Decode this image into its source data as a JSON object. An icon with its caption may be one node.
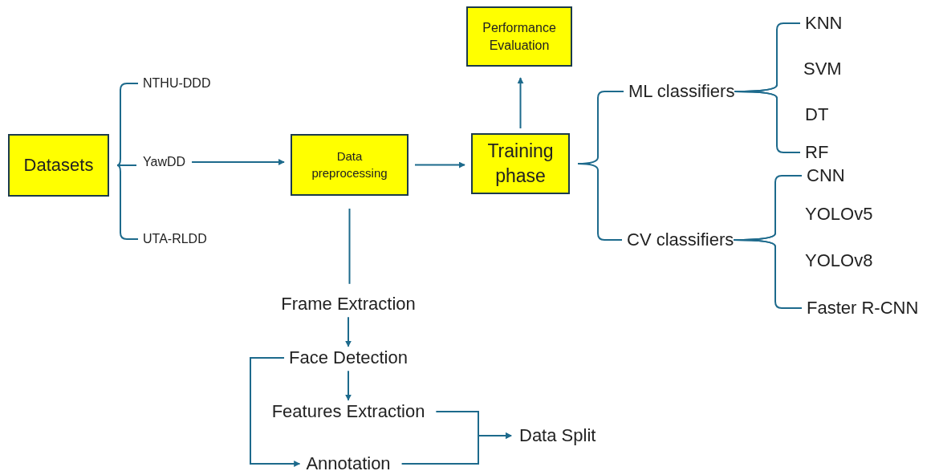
{
  "diagram": {
    "nodes": [
      {
        "text": [
          "Datasets"
        ]
      },
      {
        "text": [
          "NTHU-DDD"
        ]
      },
      {
        "text": [
          "YawDD"
        ]
      },
      {
        "text": [
          "UTA-RLDD"
        ]
      },
      {
        "text": [
          "Data preprocessing"
        ]
      },
      {
        "text": [
          "Training phase"
        ]
      },
      {
        "text": [
          "Performance Evaluation"
        ]
      },
      {
        "text": [
          "ML classifiers"
        ]
      },
      {
        "text": [
          "CV classifiers"
        ]
      },
      {
        "text": [
          "KNN"
        ]
      },
      {
        "text": [
          "SVM"
        ]
      },
      {
        "text": [
          "DT"
        ]
      },
      {
        "text": [
          "RF"
        ]
      },
      {
        "text": [
          "CNN"
        ]
      },
      {
        "text": [
          "YOLOv5"
        ]
      },
      {
        "text": [
          "YOLOv8"
        ]
      },
      {
        "text": [
          "Faster R-CNN"
        ]
      },
      {
        "text": [
          "Frame Extraction"
        ]
      },
      {
        "text": [
          "Face Detection"
        ]
      },
      {
        "text": [
          "Features Extraction"
        ]
      },
      {
        "text": [
          "Annotation"
        ]
      },
      {
        "text": [
          "Data Split"
        ]
      }
    ],
    "edges": [
      {
        "from": 0,
        "to": 1,
        "arrow": "none"
      },
      {
        "from": 0,
        "to": 2,
        "arrow": "none"
      },
      {
        "from": 0,
        "to": 3,
        "arrow": "none"
      },
      {
        "from": 2,
        "to": 4,
        "arrow": "to"
      },
      {
        "from": 4,
        "to": 5,
        "arrow": "to"
      },
      {
        "from": 5,
        "to": 6,
        "arrow": "to"
      },
      {
        "from": 5,
        "to": 7,
        "arrow": "none"
      },
      {
        "from": 5,
        "to": 8,
        "arrow": "none"
      },
      {
        "from": 7,
        "to": 9,
        "arrow": "none"
      },
      {
        "from": 7,
        "to": 10,
        "arrow": "none"
      },
      {
        "from": 7,
        "to": 11,
        "arrow": "none"
      },
      {
        "from": 7,
        "to": 12,
        "arrow": "none"
      },
      {
        "from": 8,
        "to": 13,
        "arrow": "none"
      },
      {
        "from": 8,
        "to": 14,
        "arrow": "none"
      },
      {
        "from": 8,
        "to": 15,
        "arrow": "none"
      },
      {
        "from": 8,
        "to": 16,
        "arrow": "none"
      },
      {
        "from": 4,
        "to": 17,
        "arrow": "none"
      },
      {
        "from": 17,
        "to": 18,
        "arrow": "to"
      },
      {
        "from": 18,
        "to": 19,
        "arrow": "to"
      },
      {
        "from": 18,
        "to": 20,
        "arrow": "to"
      },
      {
        "from": 19,
        "to": 21,
        "arrow": "to"
      },
      {
        "from": 20,
        "to": 21,
        "arrow": "to"
      }
    ]
  }
}
